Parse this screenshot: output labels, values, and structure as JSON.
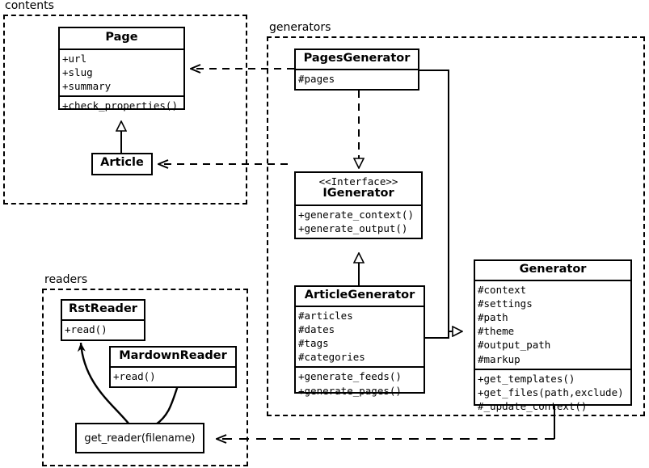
{
  "diagram": {
    "type": "uml-class-diagram",
    "title": "",
    "packages": [
      {
        "id": "contents",
        "label": "contents"
      },
      {
        "id": "generators",
        "label": "generators"
      },
      {
        "id": "readers",
        "label": "readers"
      }
    ],
    "classes": [
      {
        "id": "page",
        "name": "Page",
        "stereotype": "",
        "attributes": [
          "+url",
          "+slug",
          "+summary"
        ],
        "operations": [
          "+check_properties()"
        ]
      },
      {
        "id": "article",
        "name": "Article",
        "stereotype": "",
        "attributes": [],
        "operations": []
      },
      {
        "id": "pages-generator",
        "name": "PagesGenerator",
        "stereotype": "",
        "attributes": [
          "#pages"
        ],
        "operations": []
      },
      {
        "id": "igenerator",
        "name": "IGenerator",
        "stereotype": "<<Interface>>",
        "attributes": [],
        "operations": [
          "+generate_context()",
          "+generate_output()"
        ]
      },
      {
        "id": "article-generator",
        "name": "ArticleGenerator",
        "stereotype": "",
        "attributes": [
          "#articles",
          "#dates",
          "#tags",
          "#categories"
        ],
        "operations": [
          "+generate_feeds()",
          "+generate_pages()"
        ]
      },
      {
        "id": "generator",
        "name": "Generator",
        "stereotype": "",
        "attributes": [
          "#context",
          "#settings",
          "#path",
          "#theme",
          "#output_path",
          "#markup"
        ],
        "operations": [
          "+get_templates()",
          "+get_files(path,exclude)",
          "#_update_context()"
        ]
      }
    ],
    "functions": [
      {
        "id": "get-reader",
        "label": "get_reader(filename)"
      }
    ],
    "readers": [
      {
        "id": "rst-reader",
        "name": "RstReader",
        "operations": [
          "+read()"
        ]
      },
      {
        "id": "mardown-reader",
        "name": "MardownReader",
        "operations": [
          "+read()"
        ]
      }
    ],
    "relationships": [
      {
        "from": "article",
        "to": "page",
        "kind": "generalization"
      },
      {
        "from": "article-generator",
        "to": "igenerator",
        "kind": "generalization"
      },
      {
        "from": "pages-generator",
        "to": "igenerator",
        "kind": "realization"
      },
      {
        "from": "pages-generator",
        "to": "generator",
        "kind": "generalization"
      },
      {
        "from": "article-generator",
        "to": "generator",
        "kind": "generalization"
      },
      {
        "from": "pages-generator",
        "to": "page",
        "kind": "dependency"
      },
      {
        "from": "article-generator",
        "to": "article",
        "kind": "dependency"
      },
      {
        "from": "generator",
        "to": "get-reader",
        "kind": "dependency"
      },
      {
        "from": "get-reader",
        "to": "rst-reader",
        "kind": "returns"
      },
      {
        "from": "get-reader",
        "to": "mardown-reader",
        "kind": "returns"
      }
    ],
    "colors": {
      "stroke": "#000000",
      "fill": "#ffffff"
    }
  }
}
